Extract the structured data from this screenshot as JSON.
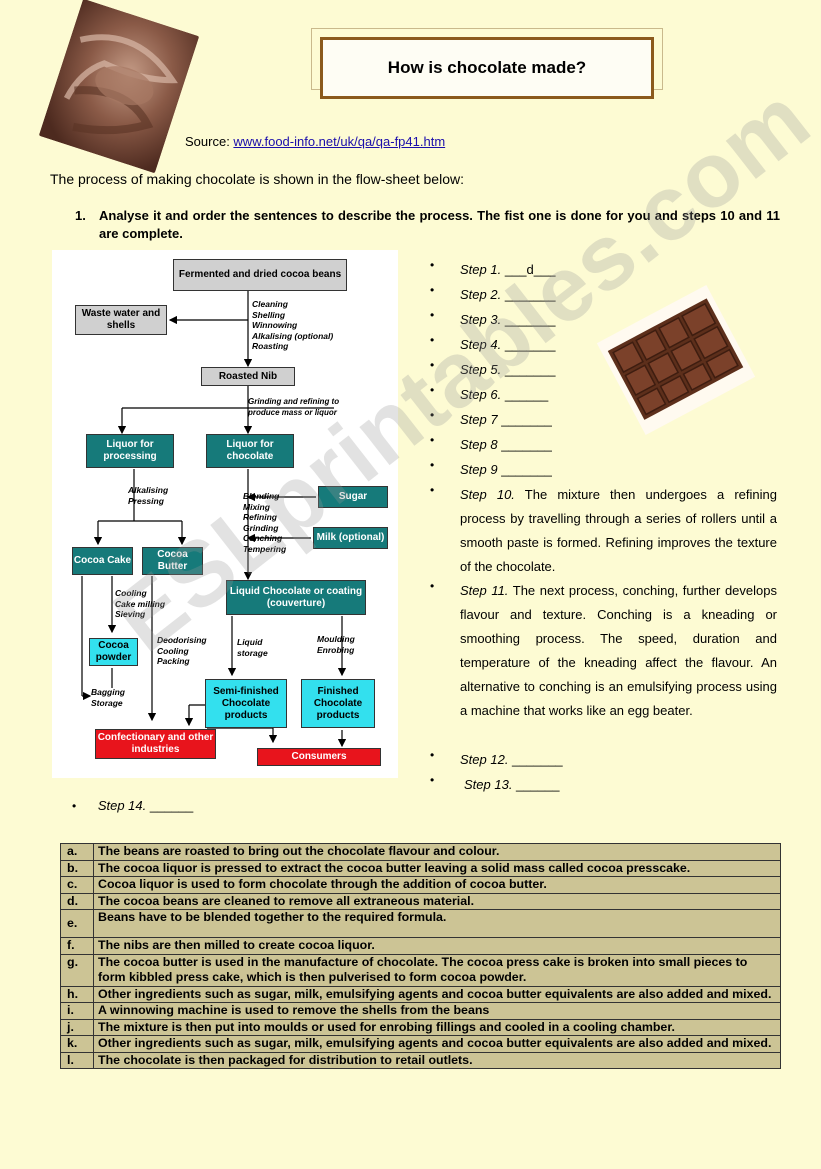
{
  "title": "How is chocolate made?",
  "source": {
    "prefix": "Source: ",
    "link": "www.food-info.net/uk/qa/qa-fp41.htm"
  },
  "intro": "The process of making chocolate is shown in the flow-sheet below:",
  "question": {
    "number": "1.",
    "text": "Analyse it and order the sentences to describe the process. The fist one is done for you and steps 10 and 11 are complete."
  },
  "flowchart": {
    "nodes": {
      "fermented": "Fermented and dried cocoa beans",
      "waste": "Waste water and shells",
      "roasted_nib": "Roasted Nib",
      "liquor_processing": "Liquor for processing",
      "liquor_chocolate": "Liquor for chocolate",
      "sugar": "Sugar",
      "milk": "Milk (optional)",
      "cocoa_cake": "Cocoa Cake",
      "cocoa_butter": "Cocoa Butter",
      "liquid_chocolate": "Liquid Chocolate or coating (couverture)",
      "cocoa_powder": "Cocoa powder",
      "semi_finished": "Semi-finished Chocolate products",
      "finished": "Finished Chocolate products",
      "confectionary": "Confectionary and other industries",
      "consumers": "Consumers"
    },
    "labels": {
      "cleaning": [
        "Cleaning",
        "Shelling",
        "Winnowing",
        "Alkalising (optional)",
        "Roasting"
      ],
      "grinding": [
        "Grinding and refining to",
        "produce mass or liquor"
      ],
      "alkalising": [
        "Alkalising",
        "Pressing"
      ],
      "blending": [
        "Blending",
        "Mixing",
        "Refining",
        "Grinding",
        "Conching",
        "Tempering"
      ],
      "cooling": [
        "Cooling",
        "Cake milling",
        "Sieving"
      ],
      "deodorising": [
        "Deodorising",
        "Cooling",
        "Packing"
      ],
      "liquid_storage": [
        "Liquid",
        "storage"
      ],
      "moulding": [
        "Moulding",
        "Enrobing"
      ],
      "bagging": [
        "Bagging",
        "Storage"
      ]
    }
  },
  "steps": [
    {
      "label": "Step 1.",
      "text": " ___d___"
    },
    {
      "label": "Step 2.",
      "text": " _______"
    },
    {
      "label": "Step 3.",
      "text": " _______"
    },
    {
      "label": "Step 4.",
      "text": " _______"
    },
    {
      "label": "Step 5.",
      "text": " _______"
    },
    {
      "label": "Step 6.",
      "text": " ______"
    },
    {
      "label": "Step 7",
      "text": " _______"
    },
    {
      "label": "Step 8",
      "text": " _______"
    },
    {
      "label": "Step 9",
      "text": " _______"
    },
    {
      "label": "Step 10.",
      "text": " The mixture then undergoes a refining process by travelling through a series of rollers until a smooth paste is formed. Refining improves the texture of the chocolate."
    },
    {
      "label": "Step 11.",
      "text": " The next process, conching, further develops flavour and texture. Conching is a kneading or smoothing process. The speed, duration and temperature of the kneading affect the flavour. An alternative to conching is an emulsifying process using a machine that works like an egg beater."
    },
    {
      "label": "Step 12.",
      "text": " _______"
    },
    {
      "label": "Step 13.",
      "text": " ______"
    }
  ],
  "step14": {
    "label": "Step 14.",
    "text": " ______"
  },
  "sentences": [
    {
      "letter": "a.",
      "text": "The beans are roasted to bring out the chocolate flavour and colour."
    },
    {
      "letter": "b.",
      "text": "The cocoa liquor is pressed to extract the cocoa butter leaving a solid mass called cocoa presscake."
    },
    {
      "letter": "c.",
      "text": "Cocoa liquor is used to form chocolate through the addition of cocoa butter."
    },
    {
      "letter": "d.",
      "text": "The cocoa beans are cleaned to remove all extraneous material."
    },
    {
      "letter": "e.",
      "text": "Beans have to be blended together to the required formula."
    },
    {
      "letter": "f.",
      "text": "The nibs are then milled to create cocoa liquor."
    },
    {
      "letter": "g.",
      "text": "The cocoa butter is used in the manufacture of chocolate. The cocoa press cake is broken into small pieces to form kibbled press cake, which is then pulverised to form cocoa powder."
    },
    {
      "letter": "h.",
      "text": "Other ingredients such as sugar, milk, emulsifying agents and cocoa butter equivalents are also added and mixed."
    },
    {
      "letter": "i.",
      "text": "A winnowing machine is used to remove the shells from the beans"
    },
    {
      "letter": "j.",
      "text": "The mixture is then put into moulds or used for enrobing fillings and cooled in a cooling chamber."
    },
    {
      "letter": "k.",
      "text": "Other ingredients such as sugar, milk, emulsifying agents and cocoa butter equivalents are also added and mixed."
    },
    {
      "letter": "l.",
      "text": "The chocolate is then packaged for distribution to retail outlets."
    }
  ],
  "watermark": "ESLprintables.com",
  "colors": {
    "page": "#fdfbd3",
    "table": "#ccc495",
    "teal_node": "#167a7a",
    "cyan_node": "#33e0ee",
    "red_node": "#e8141c",
    "title_border": "#8b5a1c"
  }
}
